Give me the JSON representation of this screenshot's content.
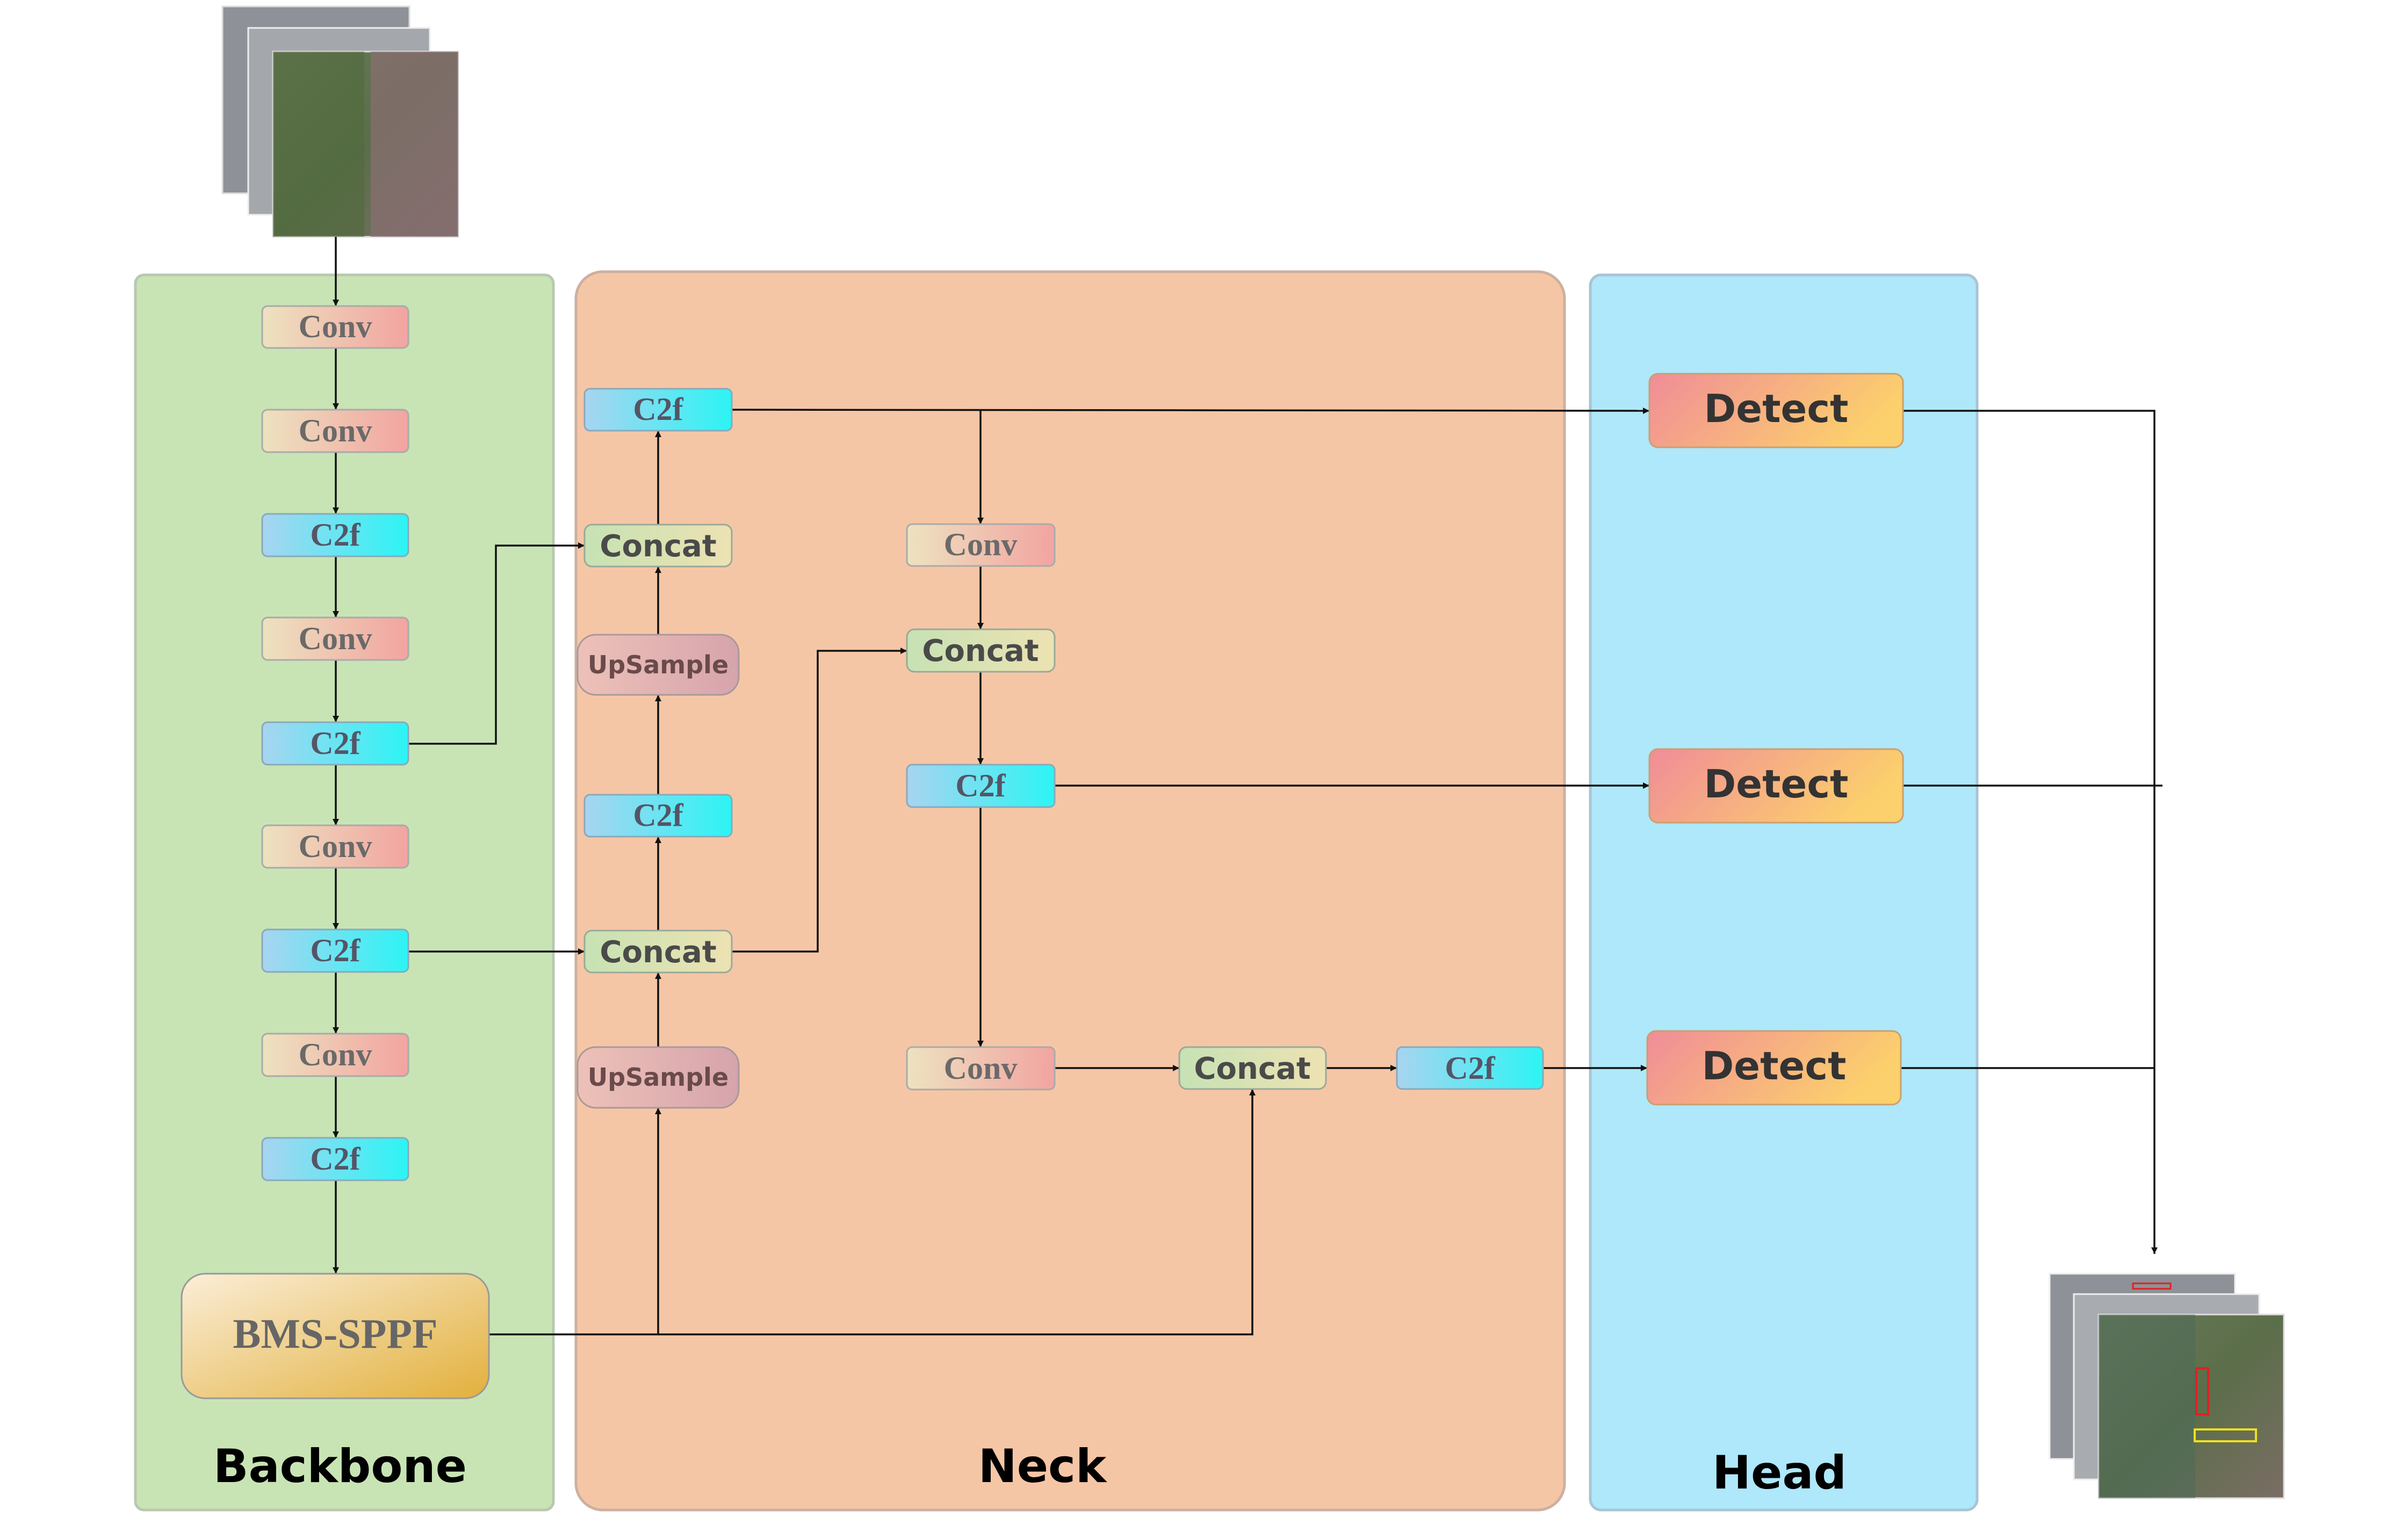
{
  "panels": {
    "backbone": {
      "title": "Backbone",
      "color": "#c8e4b4"
    },
    "neck": {
      "title": "Neck",
      "color": "#f5c6a6"
    },
    "head": {
      "title": "Head",
      "color": "#aee8fa"
    }
  },
  "backbone_blocks": [
    "Conv",
    "Conv",
    "C2f",
    "Conv",
    "C2f",
    "Conv",
    "C2f",
    "Conv",
    "C2f"
  ],
  "sppf_label": "BMS-SPPF",
  "neck_blocks": {
    "c2f_top": "C2f",
    "concat_1": "Concat",
    "upsample_1": "UpSample",
    "c2f_mid": "C2f",
    "concat_2": "Concat",
    "upsample_2": "UpSample",
    "conv_1": "Conv",
    "concat_3": "Concat",
    "c2f_right": "C2f",
    "conv_2": "Conv",
    "concat_4": "Concat",
    "c2f_bottom": "C2f"
  },
  "detect_labels": [
    "Detect",
    "Detect",
    "Detect"
  ],
  "colors": {
    "conv": [
      "#ede2c0",
      "#f2a4a0"
    ],
    "c2f": [
      "#a8d4f0",
      "#2cf4f4"
    ],
    "concat": [
      "#c6e2b4",
      "#ede2b2"
    ],
    "upsample": [
      "#edc1b8",
      "#d6a4ac"
    ],
    "detect": [
      "#f08c98",
      "#fcd06c"
    ],
    "sppf": [
      "#fbeed8",
      "#e2b03c"
    ]
  }
}
